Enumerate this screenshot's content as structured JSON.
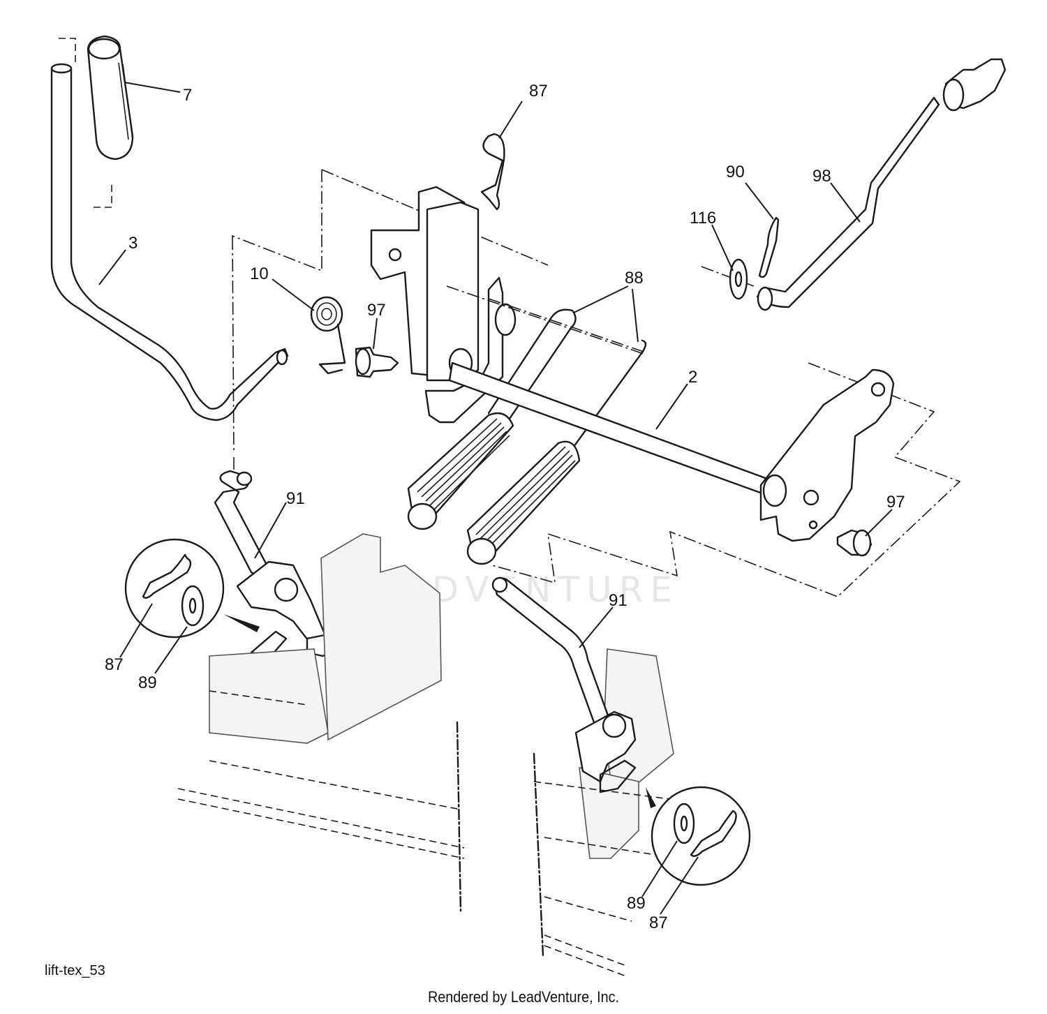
{
  "drawing_id": "lift-tex_53",
  "credit": "Rendered by LeadVenture, Inc.",
  "watermark": "LEADVENTURE",
  "callouts": [
    {
      "id": "c-7",
      "text": "7"
    },
    {
      "id": "c-87-top",
      "text": "87"
    },
    {
      "id": "c-90",
      "text": "90"
    },
    {
      "id": "c-98",
      "text": "98"
    },
    {
      "id": "c-116",
      "text": "116"
    },
    {
      "id": "c-3",
      "text": "3"
    },
    {
      "id": "c-10",
      "text": "10"
    },
    {
      "id": "c-97-left",
      "text": "97"
    },
    {
      "id": "c-88",
      "text": "88"
    },
    {
      "id": "c-2",
      "text": "2"
    },
    {
      "id": "c-91-left",
      "text": "91"
    },
    {
      "id": "c-97-right",
      "text": "97"
    },
    {
      "id": "c-91-right",
      "text": "91"
    },
    {
      "id": "c-87-left",
      "text": "87"
    },
    {
      "id": "c-89-left",
      "text": "89"
    },
    {
      "id": "c-89-right",
      "text": "89"
    },
    {
      "id": "c-87-right",
      "text": "87"
    }
  ]
}
